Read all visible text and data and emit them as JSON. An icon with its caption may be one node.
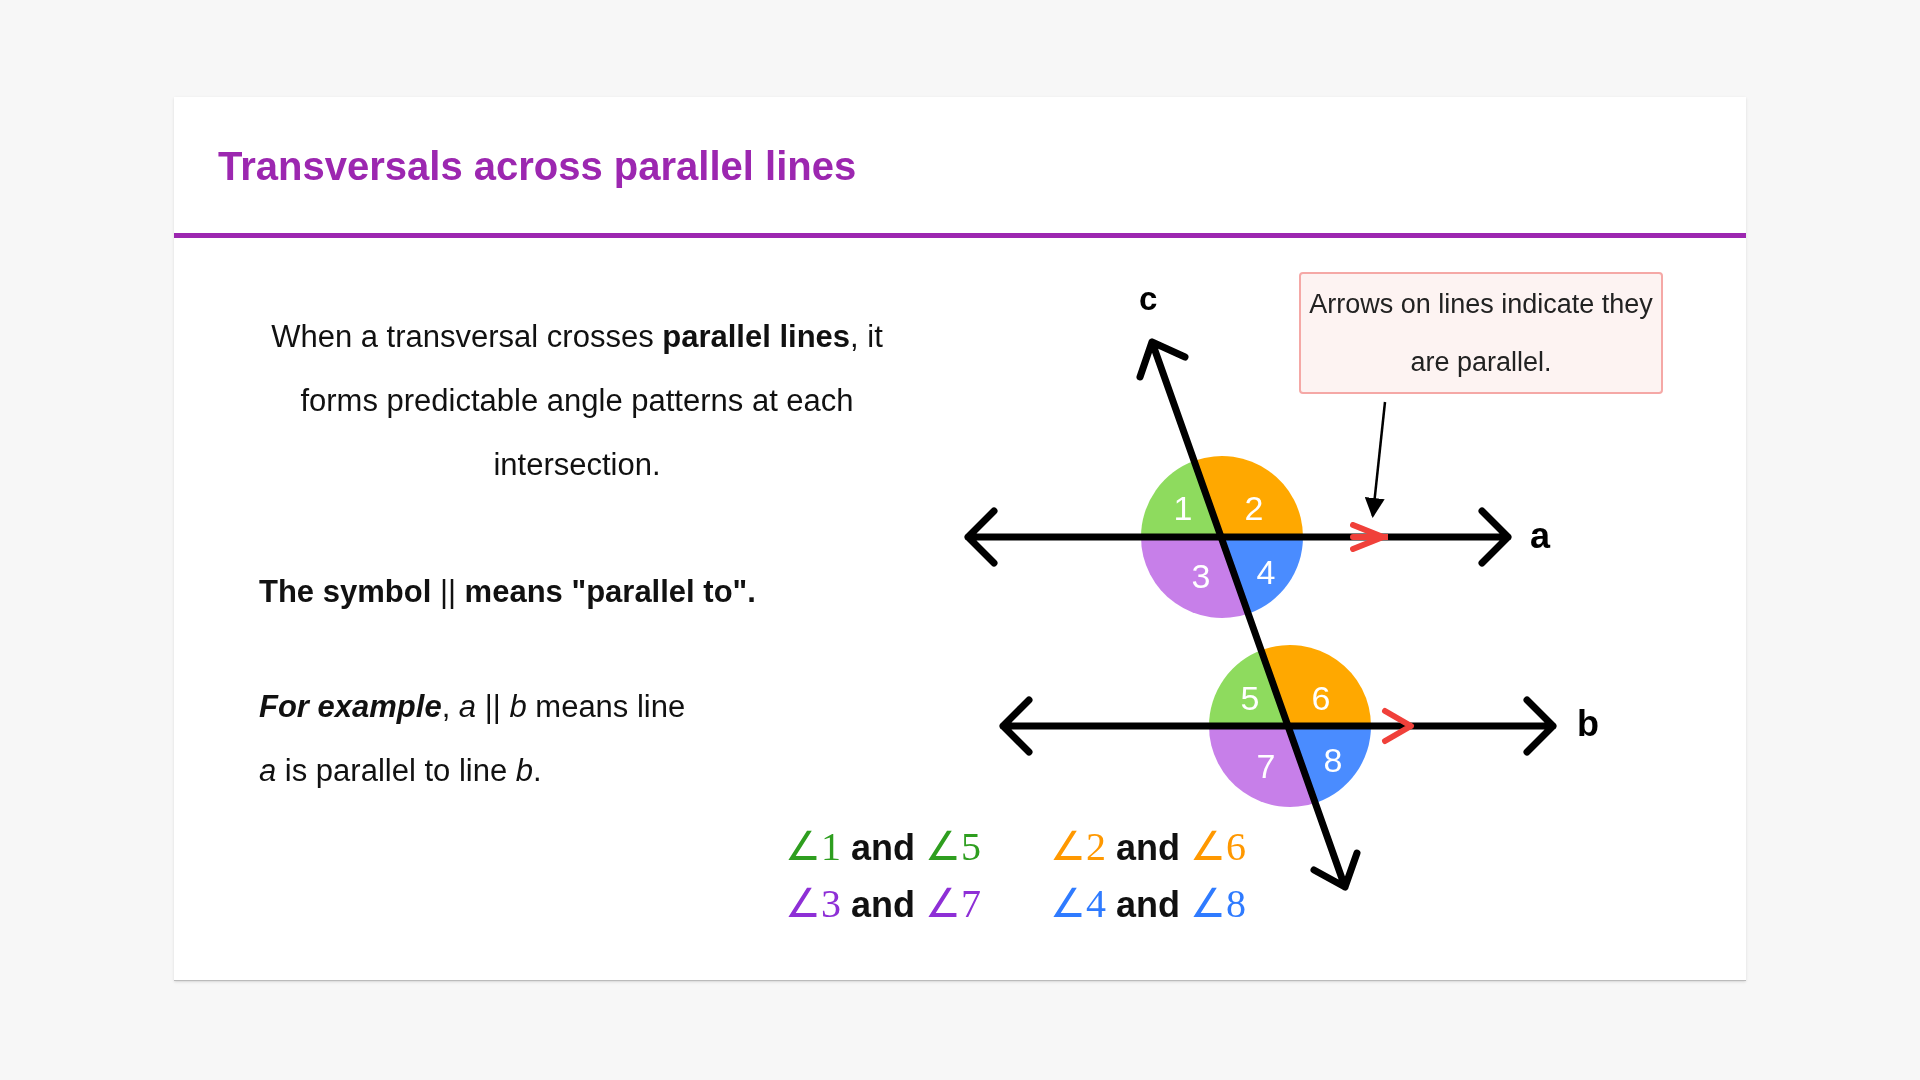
{
  "diagram": {
    "title": "Transversals across parallel lines",
    "nodes": [
      {
        "text": [
          "Arrows on lines indicate they are parallel."
        ]
      },
      {
        "text": [],
        "shape": "chevron"
      }
    ],
    "edges": [
      {
        "from": 0,
        "to": 1,
        "arrow": "to"
      }
    ],
    "labels": [
      "When a transversal crosses **parallel lines**, it forms predictable angle patterns at each intersection.",
      "**The symbol** || **means \"parallel to\".**",
      "**For example**, *a* || *b* means line *a* is parallel to line *b*.",
      "c",
      "a",
      "b",
      "1",
      "2",
      "3",
      "4",
      "5",
      "6",
      "7",
      "8",
      "∠1 and ∠5",
      "∠2 and ∠6",
      "∠3 and ∠7",
      "∠4 and ∠8"
    ]
  }
}
